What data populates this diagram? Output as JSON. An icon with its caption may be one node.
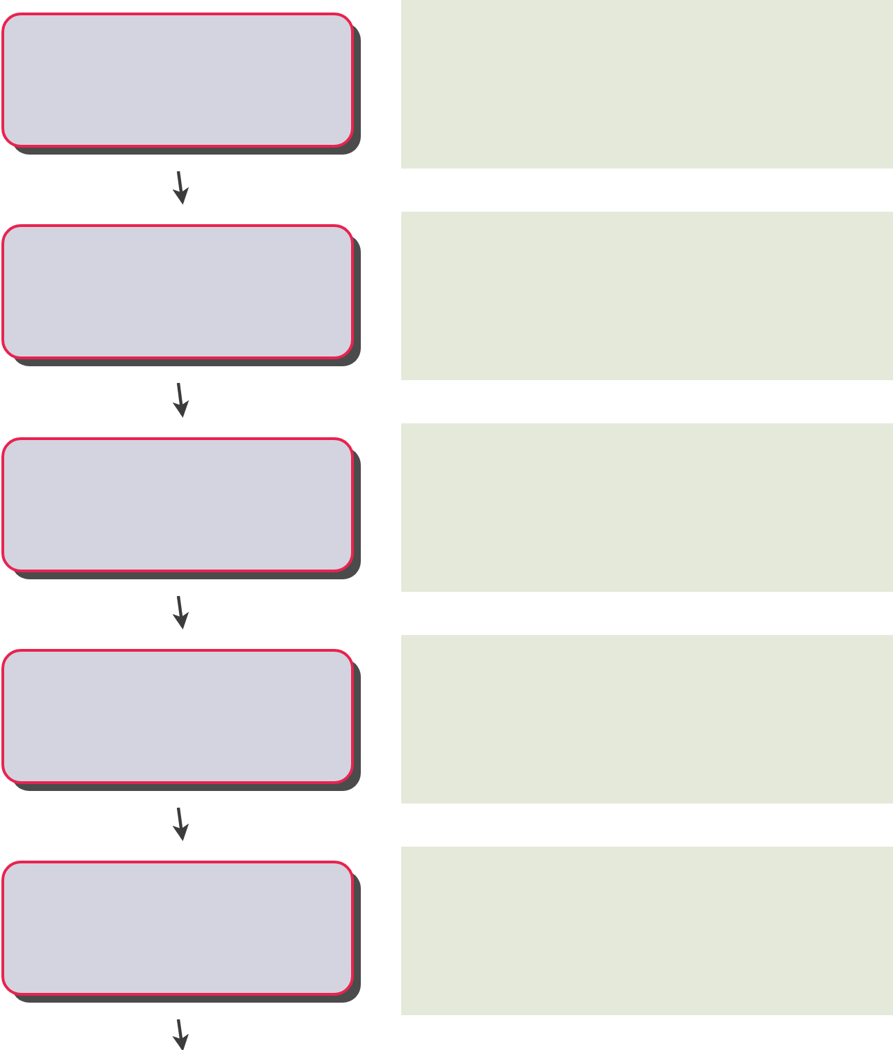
{
  "diagram": {
    "nodes": [
      {
        "text": [],
        "shape": "box"
      },
      {
        "text": [],
        "shape": "box"
      },
      {
        "text": [],
        "shape": "box"
      },
      {
        "text": [],
        "shape": "box"
      },
      {
        "text": [],
        "shape": "box"
      },
      {
        "text": [],
        "shape": "box"
      },
      {
        "text": [],
        "shape": "box"
      },
      {
        "text": [],
        "shape": "box"
      },
      {
        "text": [],
        "shape": "box"
      },
      {
        "text": [],
        "shape": "box"
      }
    ],
    "edges": [
      {
        "from": 0,
        "to": 2,
        "arrow": "to"
      },
      {
        "from": 2,
        "to": 4,
        "arrow": "to"
      },
      {
        "from": 4,
        "to": 6,
        "arrow": "to"
      },
      {
        "from": 6,
        "to": 8,
        "arrow": "to"
      },
      {
        "from": 8,
        "to": null,
        "arrow": "to"
      }
    ]
  }
}
